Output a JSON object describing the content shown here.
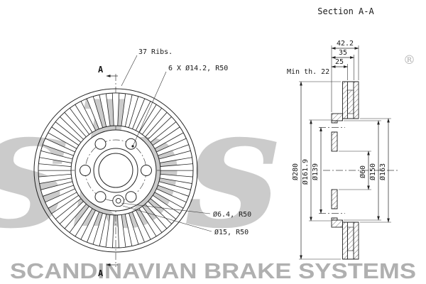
{
  "section_title": "Section A-A",
  "watermarks": {
    "logo": "sbs",
    "registered_mark": "®",
    "banner": "SCANDINAVIAN BRAKE SYSTEMS"
  },
  "front_view": {
    "ribs_count": 37,
    "bolt_count": 6,
    "labels": {
      "ribs": "37 Ribs.",
      "bolt_holes": "6 X Ø14.2, R50",
      "pin_hole": "Ø6.4, R50",
      "pin_counterbore": "Ø15, R50"
    },
    "section_marker": "A"
  },
  "section_view": {
    "dims_top": {
      "overall_width": "42.2",
      "mid_width": "35",
      "plate_width": "25"
    },
    "min_thickness": "Min th. 22",
    "dims": {
      "outer_diameter": "Ø280",
      "register_diameter": "Ø161.9",
      "bolt_circle": "Ø139",
      "center_bore": "Ø60",
      "hat_inner": "Ø150",
      "ring_inner": "Ø163"
    }
  }
}
